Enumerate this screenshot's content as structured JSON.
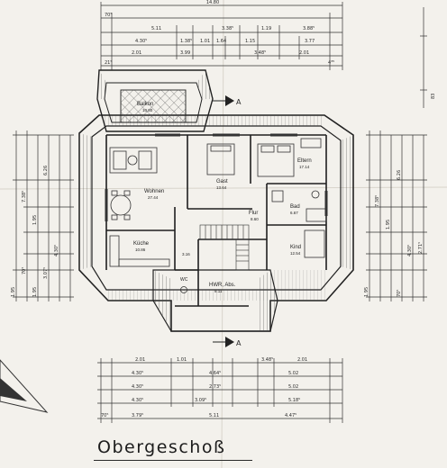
{
  "title": "Obergeschoß",
  "section_marker": "A",
  "rooms": {
    "balkon": {
      "name": "Balkon",
      "area": "10.80"
    },
    "wohnen": {
      "name": "Wohnen",
      "area": "27.44"
    },
    "kueche": {
      "name": "Küche",
      "area": "10.86"
    },
    "gast": {
      "name": "Gast",
      "area": "13.64"
    },
    "eltern": {
      "name": "Eltern",
      "area": "17.14"
    },
    "bad": {
      "name": "Bad",
      "area": "6.67"
    },
    "flur": {
      "name": "Flur",
      "area": "8.60"
    },
    "kind": {
      "name": "Kind",
      "area": "12.54"
    },
    "hwr": {
      "name": "HWR, Abs.",
      "area": "8.11"
    },
    "wc": {
      "name": "WC",
      "area": ""
    },
    "stair": {
      "name": "",
      "area": "3.16"
    }
  },
  "dimensions": {
    "top": [
      "14.80",
      "70⁵",
      "5.11",
      "3.38⁵",
      "1.19",
      "3.88⁵",
      "4.30⁵",
      "1.38⁵",
      "1.01",
      "1.64",
      "1.15",
      "3.77",
      "3.99",
      "3.48⁵",
      "2.01",
      "2.01",
      "21⁵",
      "4³⁵"
    ],
    "bottom": [
      "2.01",
      "1.01",
      "3.48⁵",
      "2.01",
      "4.30⁵",
      "4.64⁵",
      "5.02",
      "4.30⁵",
      "2.73⁵",
      "5.02",
      "4.30⁵",
      "3.09⁵",
      "5.18⁵",
      "3.79⁵",
      "5.11",
      "4.47⁵",
      "70⁵"
    ],
    "left": [
      "7.38⁵",
      "6.26",
      "1.95",
      "4.30⁵",
      "1.95",
      "3.07⁵",
      "1.95",
      "70⁵"
    ],
    "right": [
      "7.38⁵",
      "6.26",
      "1.95",
      "4.30⁵",
      "2.71⁵",
      "1.95",
      "70⁵",
      "83"
    ]
  }
}
